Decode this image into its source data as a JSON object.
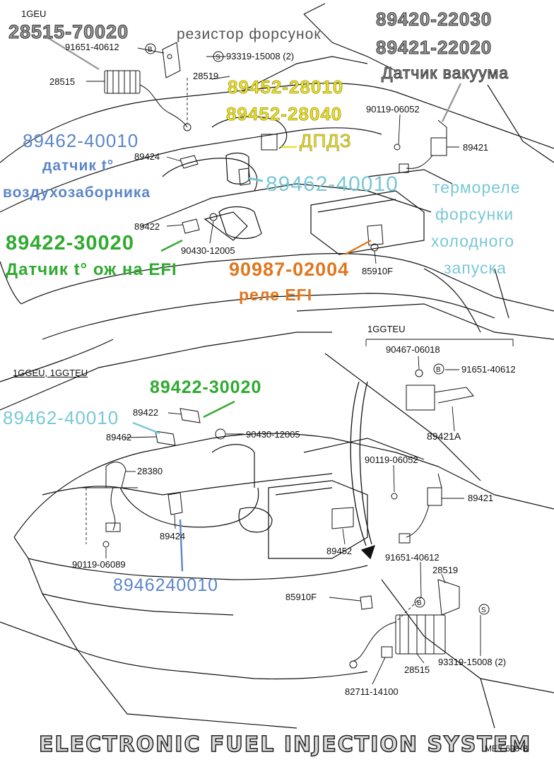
{
  "sections": {
    "top_engine": "1GEU",
    "bottom_engines": "1GGEU, 1GGTEU",
    "right_engine": "1GGTEU"
  },
  "part_labels": [
    {
      "id": "p1",
      "text": "91651-40612"
    },
    {
      "id": "p2",
      "text": "28515"
    },
    {
      "id": "p3",
      "text": "93319-15008 (2)"
    },
    {
      "id": "p4",
      "text": "28519"
    },
    {
      "id": "p5",
      "text": "90119-06052"
    },
    {
      "id": "p6",
      "text": "89421"
    },
    {
      "id": "p7",
      "text": "89424"
    },
    {
      "id": "p8",
      "text": "89422"
    },
    {
      "id": "p9",
      "text": "90430-12005"
    },
    {
      "id": "p10",
      "text": "85910F"
    },
    {
      "id": "p11",
      "text": "90467-06018"
    },
    {
      "id": "p12",
      "text": "91651-40612"
    },
    {
      "id": "p13",
      "text": "89421A"
    },
    {
      "id": "p14",
      "text": "89422"
    },
    {
      "id": "p15",
      "text": "89462"
    },
    {
      "id": "p16",
      "text": "90430-12005"
    },
    {
      "id": "p17",
      "text": "28380"
    },
    {
      "id": "p18",
      "text": "90119-06052"
    },
    {
      "id": "p19",
      "text": "89421"
    },
    {
      "id": "p20",
      "text": "89424"
    },
    {
      "id": "p21",
      "text": "89452"
    },
    {
      "id": "p22",
      "text": "91651-40612"
    },
    {
      "id": "p23",
      "text": "28519"
    },
    {
      "id": "p24",
      "text": "90119-06089"
    },
    {
      "id": "p25",
      "text": "85910F"
    },
    {
      "id": "p26",
      "text": "28515"
    },
    {
      "id": "p27",
      "text": "93319-15008 (2)"
    },
    {
      "id": "p28",
      "text": "82711-14100"
    }
  ],
  "annotations": {
    "resistor_code": "28515-70020",
    "resistor_name": "резистор форсунок",
    "vacuum_code_1": "89420-22030",
    "vacuum_code_2": "89421-22020",
    "vacuum_name": "Датчик вакуума",
    "tps_code_1": "89452-28010",
    "tps_code_2": "89452-28040",
    "tps_name": "ДПДЗ",
    "iat_code": "89462-40010",
    "iat_name_1": "датчик t°",
    "iat_name_2": "воздухозаборника",
    "thermo_code": "89462-40010",
    "thermo_name_1": "термореле",
    "thermo_name_2": "форсунки",
    "thermo_name_3": "холодного",
    "thermo_name_4": "запуска",
    "ect_code": "89422-30020",
    "ect_name": "Датчик t° ож на EFI",
    "relay_code": "90987-02004",
    "relay_name": "реле EFI",
    "ect_code_bottom": "89422-30020",
    "iat_code_bottom": "89462-40010",
    "thermo_code_bottom": "8946240010"
  },
  "footer": {
    "title": "ELECTRONIC FUEL INJECTION SYSTEM",
    "code": "ME E698-B"
  },
  "colors": {
    "gray": "#9a9a9a",
    "yellow": "#e8df30",
    "blue": "#5b86c8",
    "cyan": "#79c8d6",
    "green": "#2faa2f",
    "orange": "#e0761e"
  }
}
